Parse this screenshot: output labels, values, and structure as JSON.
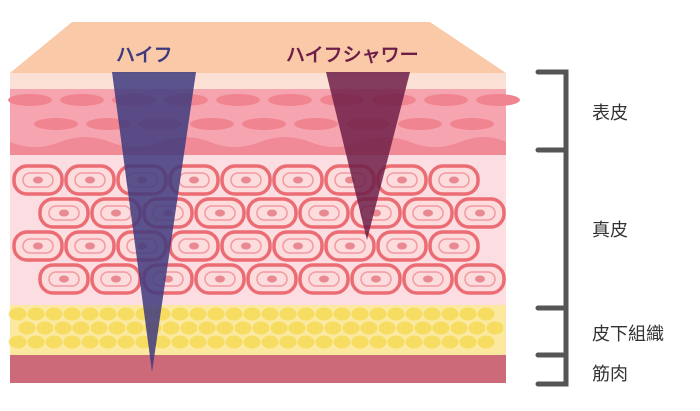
{
  "probes": [
    {
      "label": "ハイフ",
      "color": "#3e3a7e"
    },
    {
      "label": "ハイフシャワー",
      "color": "#6d1e48"
    }
  ],
  "layers": [
    {
      "label": "表皮"
    },
    {
      "label": "真皮"
    },
    {
      "label": "皮下組織"
    },
    {
      "label": "筋肉"
    }
  ],
  "colors": {
    "top_surface": "#f9c9a8",
    "epidermis": "#f6a5b0",
    "dermis": "#fbdde2",
    "cell_ring": "#ec6c74",
    "cell_fill": "#fcdcdc",
    "fat": "#f7dc62",
    "muscle": "#cc6a7a",
    "bracket": "#555555"
  }
}
